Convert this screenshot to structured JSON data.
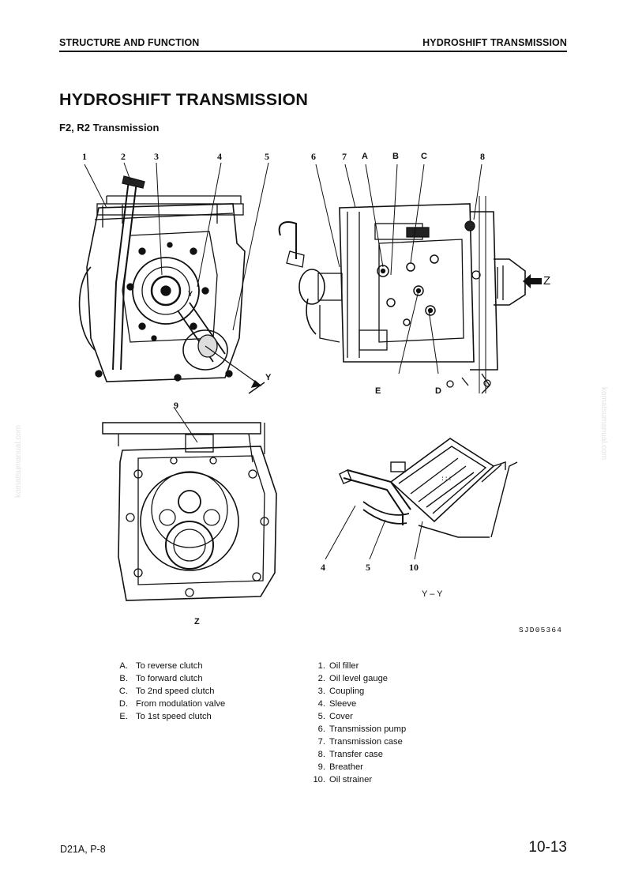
{
  "header": {
    "left": "STRUCTURE AND FUNCTION",
    "right": "HYDROSHIFT TRANSMISSION"
  },
  "title": "HYDROSHIFT TRANSMISSION",
  "subtitle": "F2, R2 Transmission",
  "figure": {
    "top_left_labels": [
      "1",
      "2",
      "3",
      "4",
      "5"
    ],
    "top_right_labels": [
      "6",
      "7",
      "A",
      "B",
      "C",
      "8"
    ],
    "bottom_labels": [
      "E",
      "D"
    ],
    "view_arrow_label": "Z",
    "section_arrow_label": "Y",
    "breather_label": "9",
    "view_z_caption": "Z",
    "section_labels": [
      "4",
      "5",
      "10"
    ],
    "section_caption": "Y – Y",
    "code": "SJD05364"
  },
  "legend_letters": [
    {
      "key": "A.",
      "text": "To reverse clutch"
    },
    {
      "key": "B.",
      "text": "To forward clutch"
    },
    {
      "key": "C.",
      "text": "To 2nd speed clutch"
    },
    {
      "key": "D.",
      "text": "From modulation valve"
    },
    {
      "key": "E.",
      "text": "To 1st speed clutch"
    }
  ],
  "legend_numbers": [
    {
      "key": "1.",
      "text": "Oil filler"
    },
    {
      "key": "2.",
      "text": "Oil level gauge"
    },
    {
      "key": "3.",
      "text": "Coupling"
    },
    {
      "key": "4.",
      "text": "Sleeve"
    },
    {
      "key": "5.",
      "text": "Cover"
    },
    {
      "key": "6.",
      "text": "Transmission pump"
    },
    {
      "key": "7.",
      "text": "Transmission case"
    },
    {
      "key": "8.",
      "text": "Transfer case"
    },
    {
      "key": "9.",
      "text": "Breather"
    },
    {
      "key": "10.",
      "text": "Oil strainer"
    }
  ],
  "footer": {
    "model": "D21A, P-8",
    "page": "10-13"
  },
  "watermark": "komatsumanual.com"
}
